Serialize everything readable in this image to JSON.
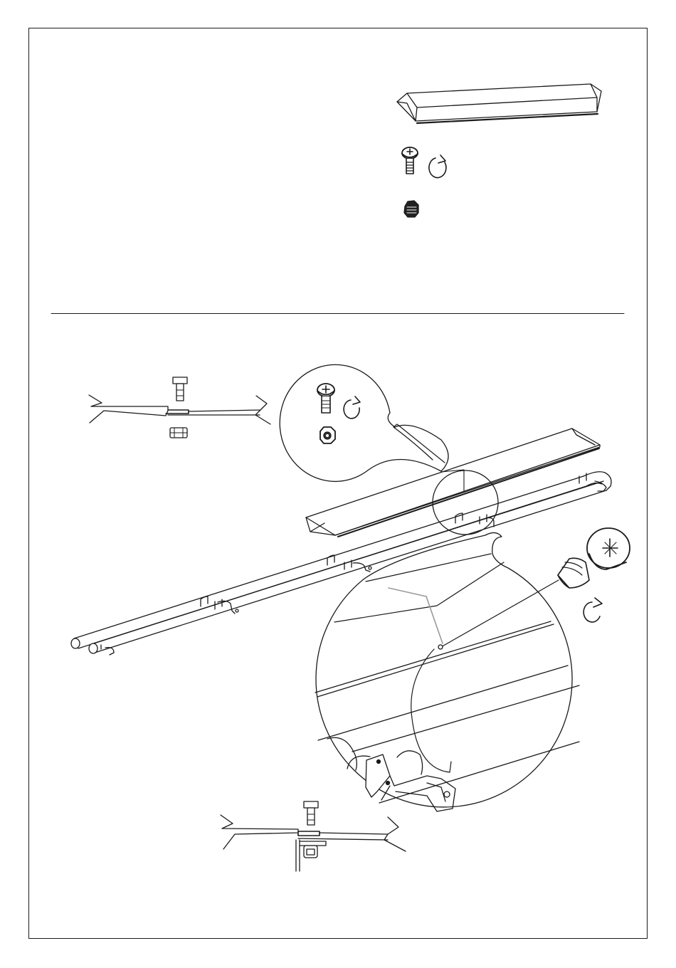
{
  "page": {
    "background": "#ffffff",
    "ink": "#1a1a1a",
    "guide_color": "#9a9a9a"
  },
  "parts_panel": {
    "items": [
      {
        "part": "ridge-cap-flashing",
        "icon": "angle-flashing-icon"
      },
      {
        "part": "screw",
        "icon": "pan-head-screw-icon",
        "action": "rotate-clockwise-icon"
      },
      {
        "part": "nut",
        "icon": "hex-nut-icon"
      }
    ]
  },
  "assembly_panel": {
    "callouts": [
      {
        "part": "screw-and-nut-joint",
        "icon": "bolt-joint-detail-icon"
      },
      {
        "part": "screw-into-bracket",
        "icon": "bracket-joint-detail-icon"
      }
    ],
    "magnified_screw": {
      "icon": "pan-head-screw-icon",
      "action": "rotate-clockwise-icon"
    }
  }
}
